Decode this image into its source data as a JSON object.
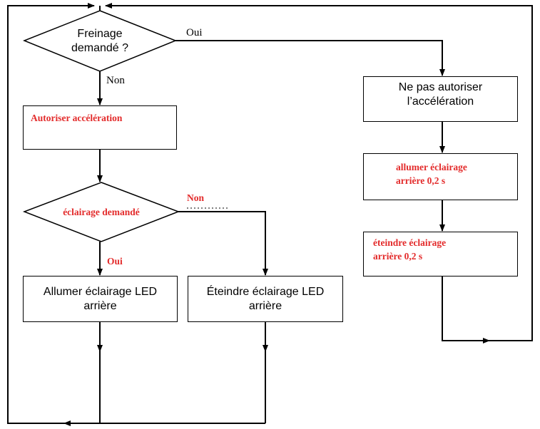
{
  "decisions": {
    "braking": {
      "line1": "Freinage",
      "line2": "demandé ?",
      "yes": "Oui",
      "no": "Non"
    },
    "lighting": {
      "label": "éclairage demandé",
      "yes": "Oui",
      "no": "Non"
    }
  },
  "actions": {
    "allow_acceleration": "Autoriser accélération",
    "disallow_acceleration": {
      "line1": "Ne pas autoriser",
      "line2": "l’accélération"
    },
    "light_on_02": {
      "line1": "allumer éclairage",
      "line2": "arrière 0,2 s"
    },
    "light_off_02": {
      "line1": "éteindre éclairage",
      "line2": "arrière 0,2 s"
    },
    "led_on": {
      "line1": "Allumer éclairage LED",
      "line2": "arrière"
    },
    "led_off": {
      "line1": "Éteindre éclairage LED",
      "line2": "arrière"
    }
  },
  "colors": {
    "emphasis": "#e32b2b",
    "lines": "#000000"
  }
}
